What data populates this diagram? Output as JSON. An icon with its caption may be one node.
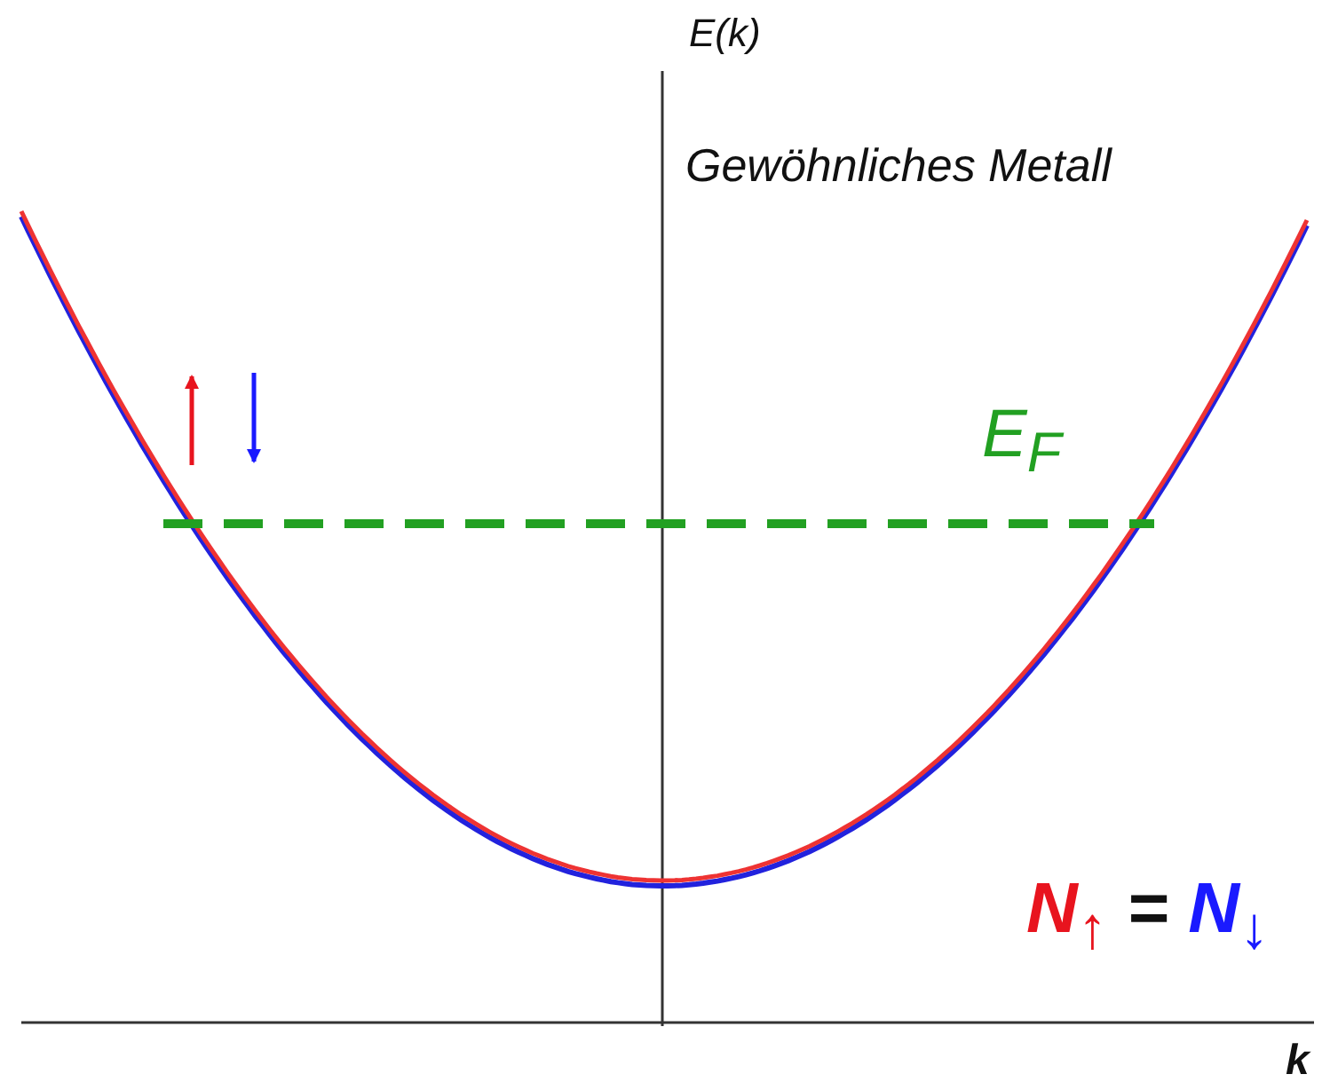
{
  "diagram": {
    "title": "Gewöhnliches Metall",
    "labels": [
      "E(k)",
      "E$_{F}$",
      "N$_{↑}$ = N$_{↓}$",
      "k"
    ]
  }
}
